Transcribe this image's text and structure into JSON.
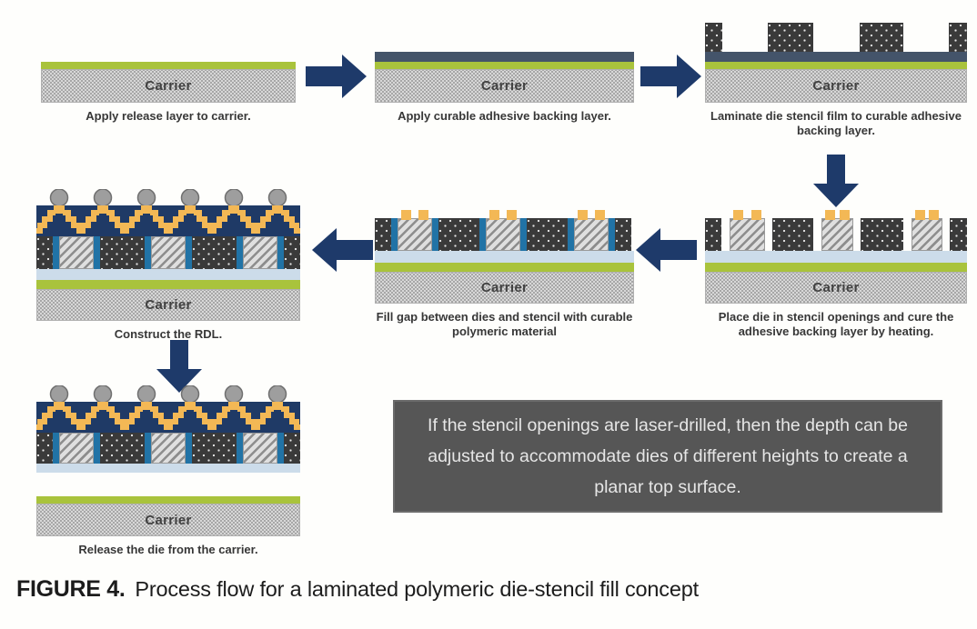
{
  "figure": {
    "label": "FIGURE 4.",
    "caption": "Process flow for a laminated polymeric die-stencil fill concept"
  },
  "labels": {
    "carrier": "Carrier"
  },
  "steps": [
    {
      "caption": "Apply release layer to carrier."
    },
    {
      "caption": "Apply curable adhesive backing layer."
    },
    {
      "caption": "Laminate die stencil film to curable adhesive backing layer."
    },
    {
      "caption": "Place die in stencil openings and cure the adhesive backing layer by heating."
    },
    {
      "caption": "Fill gap between dies and stencil with curable polymeric material"
    },
    {
      "caption": "Construct the RDL."
    },
    {
      "caption": "Release the die from the carrier."
    }
  ],
  "note": {
    "text": "If the stencil openings are laser-drilled, then the depth can be adjusted to accommodate dies of different heights to create a planar top surface."
  },
  "colors": {
    "arrow_navy": "#1e3a6a",
    "rdl_navy": "#1f3a66",
    "release_green": "#a9c33c",
    "adhesive_slate": "#44546a",
    "cured_adhesive_blue": "#ccdcea",
    "gap_fill_blue": "#2173a6",
    "pad_yellow": "#f3b855",
    "ball_gray": "#9e9e9e",
    "stencil_dark": "#3a3a3a",
    "carrier_gray": "#d8d8d8",
    "note_bg": "#565656",
    "note_text": "#e6e6e6"
  }
}
